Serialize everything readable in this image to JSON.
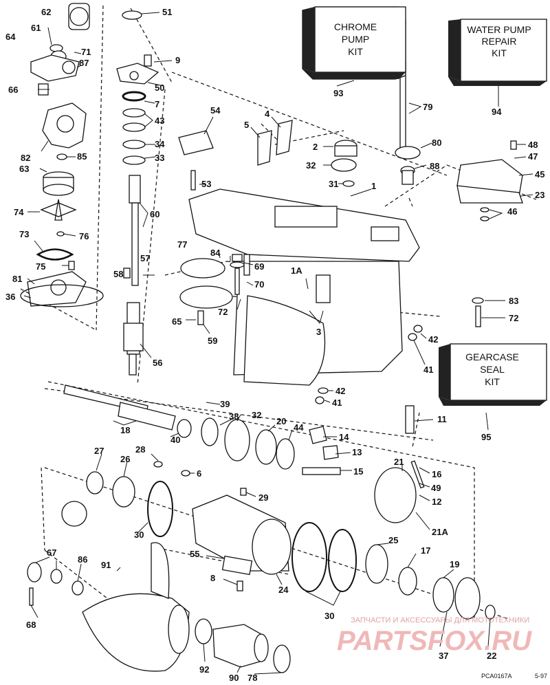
{
  "kits": [
    {
      "id": "chrome",
      "line1": "CHROME",
      "line2": "PUMP",
      "line3": "KIT",
      "ref": "93"
    },
    {
      "id": "water",
      "line1": "WATER PUMP",
      "line2": "REPAIR",
      "line3": "KIT",
      "ref": "94"
    },
    {
      "id": "seal",
      "line1": "GEARCASE",
      "line2": "SEAL",
      "line3": "KIT",
      "ref": "95"
    }
  ],
  "callouts": [
    "62",
    "64",
    "61",
    "71",
    "87",
    "66",
    "51",
    "9",
    "50",
    "7",
    "43",
    "34",
    "33",
    "82",
    "85",
    "63",
    "74",
    "76",
    "73",
    "75",
    "81",
    "36",
    "53",
    "60",
    "54",
    "4",
    "5",
    "2",
    "32",
    "31",
    "1",
    "79",
    "80",
    "88",
    "48",
    "47",
    "45",
    "23",
    "46",
    "94",
    "93",
    "77",
    "84",
    "69",
    "57",
    "58",
    "70",
    "72",
    "65",
    "59",
    "56",
    "1A",
    "3",
    "83",
    "72b",
    "42",
    "41",
    "42b",
    "41b",
    "95",
    "11",
    "18",
    "39",
    "38",
    "32b",
    "20",
    "44",
    "14",
    "13",
    "15",
    "40",
    "27",
    "26",
    "28",
    "6",
    "21",
    "16",
    "49",
    "12",
    "21A",
    "29",
    "30",
    "25",
    "17",
    "19",
    "67",
    "86",
    "91",
    "55",
    "8",
    "24",
    "30b",
    "68",
    "92",
    "90",
    "78",
    "37",
    "22"
  ],
  "labels": {
    "62": "62",
    "64": "64",
    "61": "61",
    "71": "71",
    "87": "87",
    "66": "66",
    "51": "51",
    "9": "9",
    "50": "50",
    "7": "7",
    "43": "43",
    "34": "34",
    "33": "33",
    "82": "82",
    "85": "85",
    "63": "63",
    "74": "74",
    "76": "76",
    "73": "73",
    "75": "75",
    "81": "81",
    "36": "36",
    "53": "53",
    "60": "60",
    "54": "54",
    "4": "4",
    "5": "5",
    "2": "2",
    "32": "32",
    "31": "31",
    "1": "1",
    "79": "79",
    "80": "80",
    "88": "88",
    "48": "48",
    "47": "47",
    "45": "45",
    "23": "23",
    "46": "46",
    "94": "94",
    "93": "93",
    "77": "77",
    "84": "84",
    "69": "69",
    "57": "57",
    "58": "58",
    "70": "70",
    "72": "72",
    "65": "65",
    "59": "59",
    "56": "56",
    "1A": "1A",
    "3": "3",
    "83": "83",
    "72b": "72",
    "42": "42",
    "41": "41",
    "42b": "42",
    "41b": "41",
    "95": "95",
    "11": "11",
    "18": "18",
    "39": "39",
    "38": "38",
    "32b": "32",
    "20": "20",
    "44": "44",
    "14": "14",
    "13": "13",
    "15": "15",
    "40": "40",
    "27": "27",
    "26": "26",
    "28": "28",
    "6": "6",
    "21": "21",
    "16": "16",
    "49": "49",
    "12": "12",
    "21A": "21A",
    "29": "29",
    "30": "30",
    "25": "25",
    "17": "17",
    "19": "19",
    "67": "67",
    "86": "86",
    "91": "91",
    "55": "55",
    "8": "8",
    "24": "24",
    "30b": "30",
    "68": "68",
    "92": "92",
    "90": "90",
    "78": "78",
    "37": "37",
    "22": "22"
  },
  "watermark": {
    "line1": "ЗАПЧАСТИ И АКСЕССУАРЫ ДЛЯ МОТОТЕХНИКИ",
    "line2": "PARTSFOX.RU"
  },
  "footer": {
    "code": "PCA0167A",
    "rev": "5-97"
  }
}
